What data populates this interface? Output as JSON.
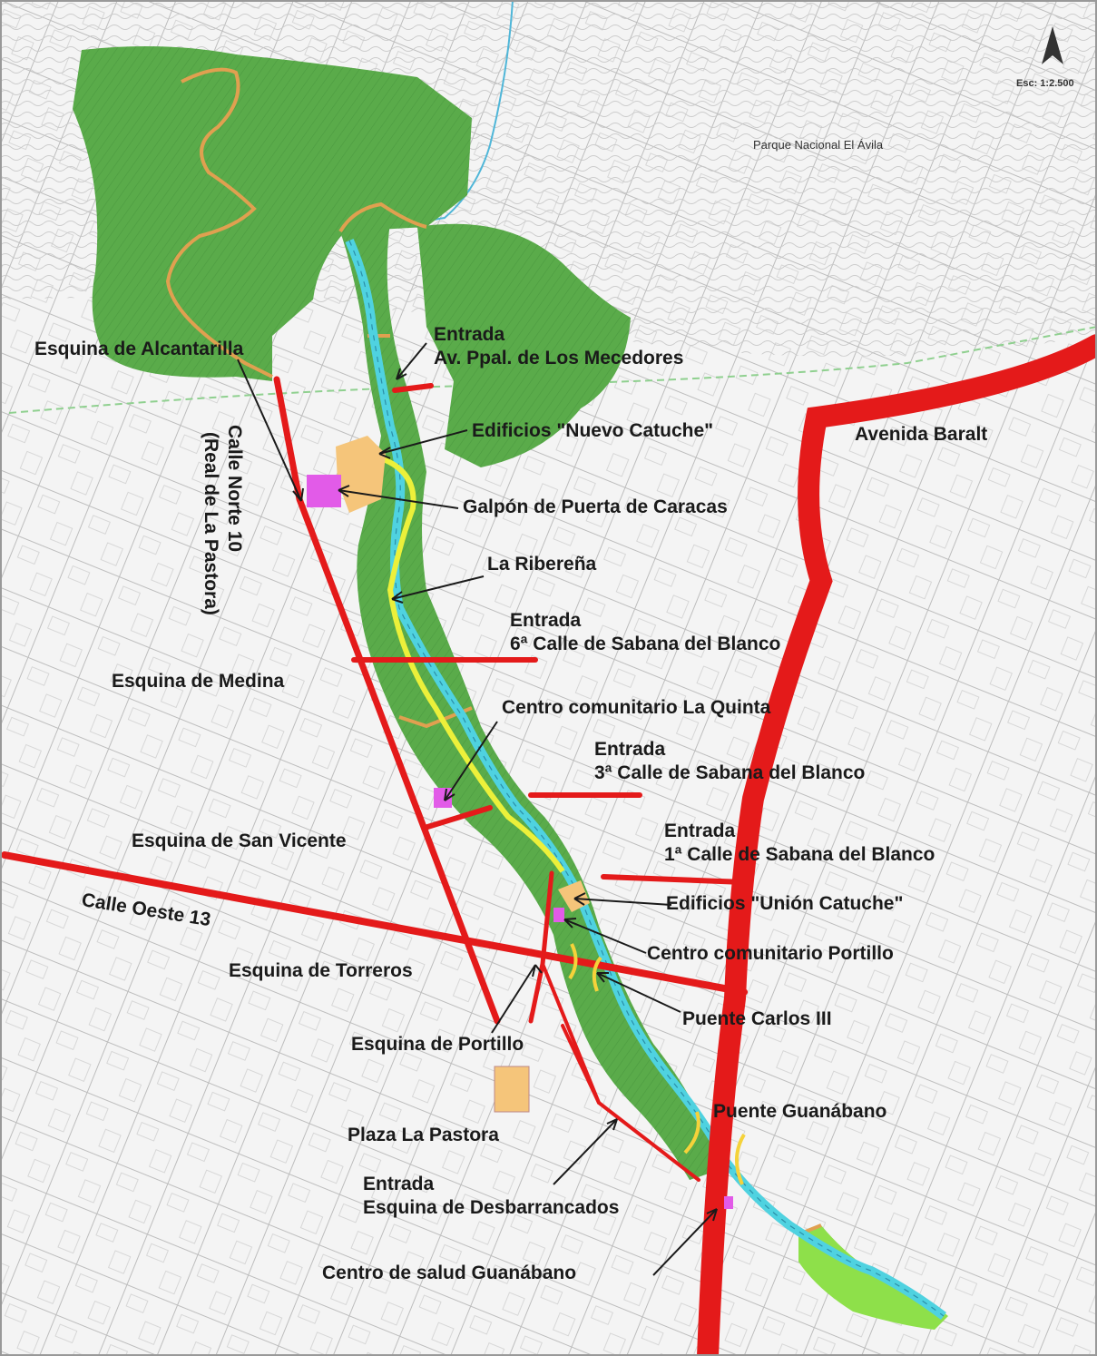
{
  "map": {
    "park_name": "Parque Nacional El Ávila",
    "scale": "Esc: 1:2.500",
    "north_icon": "north-arrow-icon",
    "colors": {
      "vegetation": "#5aab4a",
      "vegetation_light": "#8ee04a",
      "road": "#e41a1a",
      "river": "#4fd2e0",
      "path": "#ecf03a",
      "trail": "#e0a050",
      "building_orange": "#f5c57a",
      "building_magenta": "#e25be8",
      "bridge": "#f5d23a"
    },
    "labels": {
      "esquina_alcantarilla": "Esquina de Alcantarilla",
      "entrada_mecedores_1": "Entrada",
      "entrada_mecedores_2": "Av. Ppal. de Los Mecedores",
      "edificios_nuevo_catuche": "Edificios \"Nuevo Catuche\"",
      "avenida_baralt": "Avenida Baralt",
      "calle_norte_1": "Calle Norte 10",
      "calle_norte_2": "(Real de La Pastora)",
      "galpon": "Galpón de Puerta de Caracas",
      "la_riberena": "La Ribereña",
      "entrada_6a_1": "Entrada",
      "entrada_6a_2": "6ª Calle de Sabana del Blanco",
      "esquina_medina": "Esquina de Medina",
      "centro_la_quinta": "Centro comunitario La Quinta",
      "entrada_3a_1": "Entrada",
      "entrada_3a_2": "3ª Calle de Sabana del Blanco",
      "esquina_san_vicente": "Esquina de San Vicente",
      "entrada_1a_1": "Entrada",
      "entrada_1a_2": "1ª Calle de Sabana del Blanco",
      "calle_oeste": "Calle Oeste 13",
      "edificios_union": "Edificios \"Unión Catuche\"",
      "centro_portillo": "Centro comunitario Portillo",
      "esquina_torreros": "Esquina de Torreros",
      "puente_carlos": "Puente Carlos III",
      "esquina_portillo": "Esquina de Portillo",
      "puente_guanabano": "Puente Guanábano",
      "plaza_la_pastora": "Plaza La Pastora",
      "entrada_desb_1": "Entrada",
      "entrada_desb_2": "Esquina de Desbarrancados",
      "centro_salud": "Centro de salud Guanábano"
    }
  }
}
